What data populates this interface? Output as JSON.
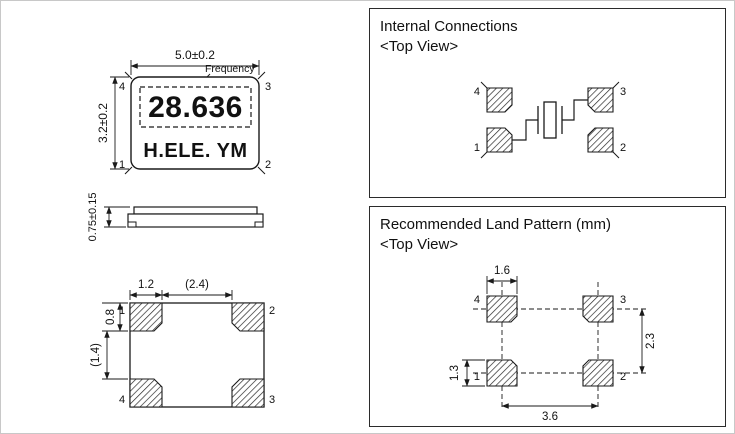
{
  "colors": {
    "ink": "#1a1a1a",
    "background": "#ffffff"
  },
  "panels": {
    "internal": {
      "title": "Internal Connections",
      "subtitle": "<Top View>"
    },
    "land": {
      "title": "Recommended Land Pattern (mm)",
      "subtitle": "<Top View>"
    }
  },
  "top_view": {
    "width_dim": "5.0±0.2",
    "height_dim": "3.2±0.2",
    "frequency_label": "Frequency",
    "frequency_value": "28.636",
    "marking": "H.ELE. YM",
    "pins": {
      "tl": "4",
      "tr": "3",
      "bl": "1",
      "br": "2"
    }
  },
  "side_view": {
    "thickness_dim": "0.75±0.15"
  },
  "bottom_view": {
    "pad_width_dim": "1.2",
    "pad_span_dim": "(2.4)",
    "pad_height_dim": "0.8",
    "pad_gap_dim": "(1.4)",
    "pins": {
      "tl": "1",
      "tr": "2",
      "bl": "4",
      "br": "3"
    }
  },
  "internal_connections": {
    "pins": {
      "tl": "4",
      "tr": "3",
      "bl": "1",
      "br": "2"
    }
  },
  "land_pattern": {
    "pad_width_dim": "1.6",
    "vertical_pitch_dim": "2.3",
    "pad_height_dim": "1.3",
    "horizontal_pitch_dim": "3.6",
    "pins": {
      "tl": "4",
      "tr": "3",
      "bl": "1",
      "br": "2"
    }
  }
}
